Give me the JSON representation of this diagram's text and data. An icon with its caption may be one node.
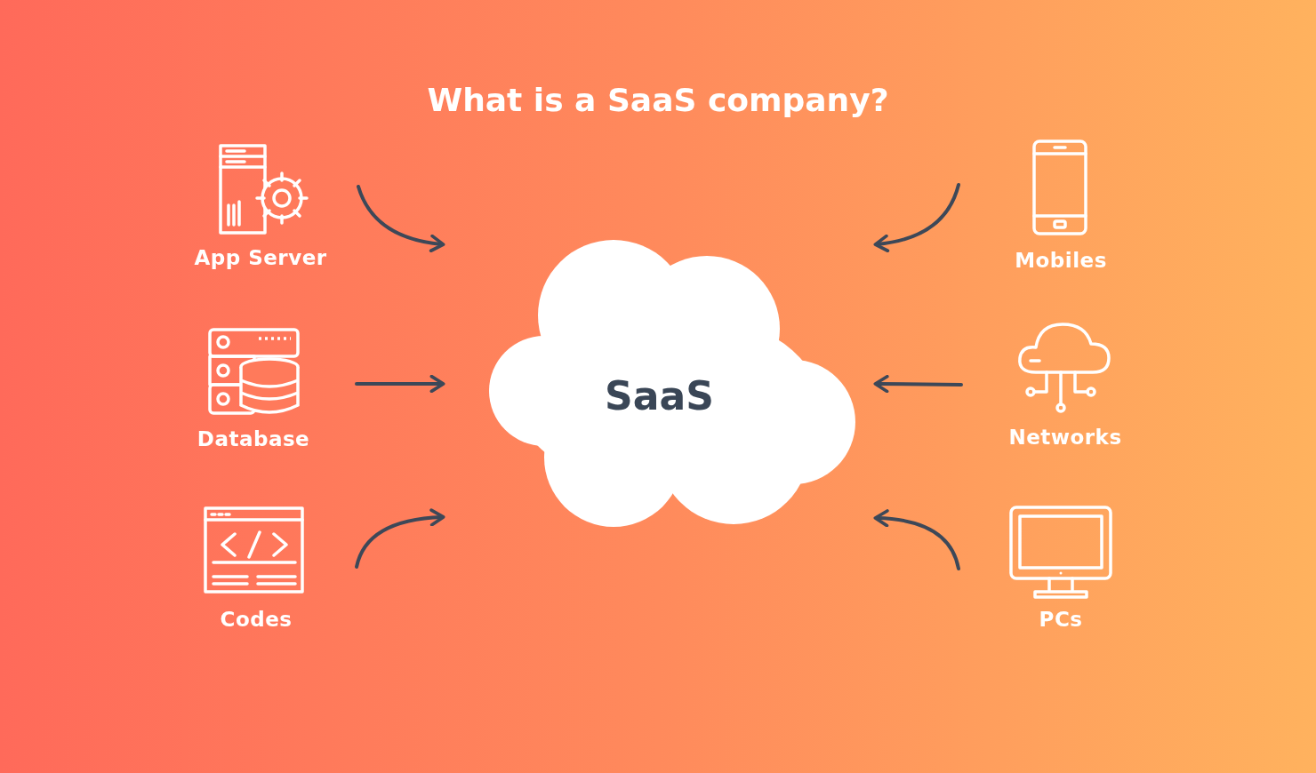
{
  "diagram": {
    "title": "What is a SaaS company?",
    "nodes": [
      {
        "text": [
          "App Server"
        ]
      },
      {
        "text": [
          "Mobiles"
        ]
      },
      {
        "text": [
          "SaaS"
        ]
      },
      {
        "text": [
          "Database"
        ]
      },
      {
        "text": [
          "Networks"
        ]
      },
      {
        "text": [
          "Codes"
        ]
      },
      {
        "text": [
          "PCs"
        ]
      }
    ],
    "edges": [
      {
        "from": 0,
        "to": 2,
        "arrow": "to"
      },
      {
        "from": 1,
        "to": 2,
        "arrow": "to"
      },
      {
        "from": 3,
        "to": 2,
        "arrow": "to"
      },
      {
        "from": 4,
        "to": 2,
        "arrow": "to"
      },
      {
        "from": 5,
        "to": 2,
        "arrow": "to"
      },
      {
        "from": 6,
        "to": 2,
        "arrow": "to"
      }
    ]
  }
}
